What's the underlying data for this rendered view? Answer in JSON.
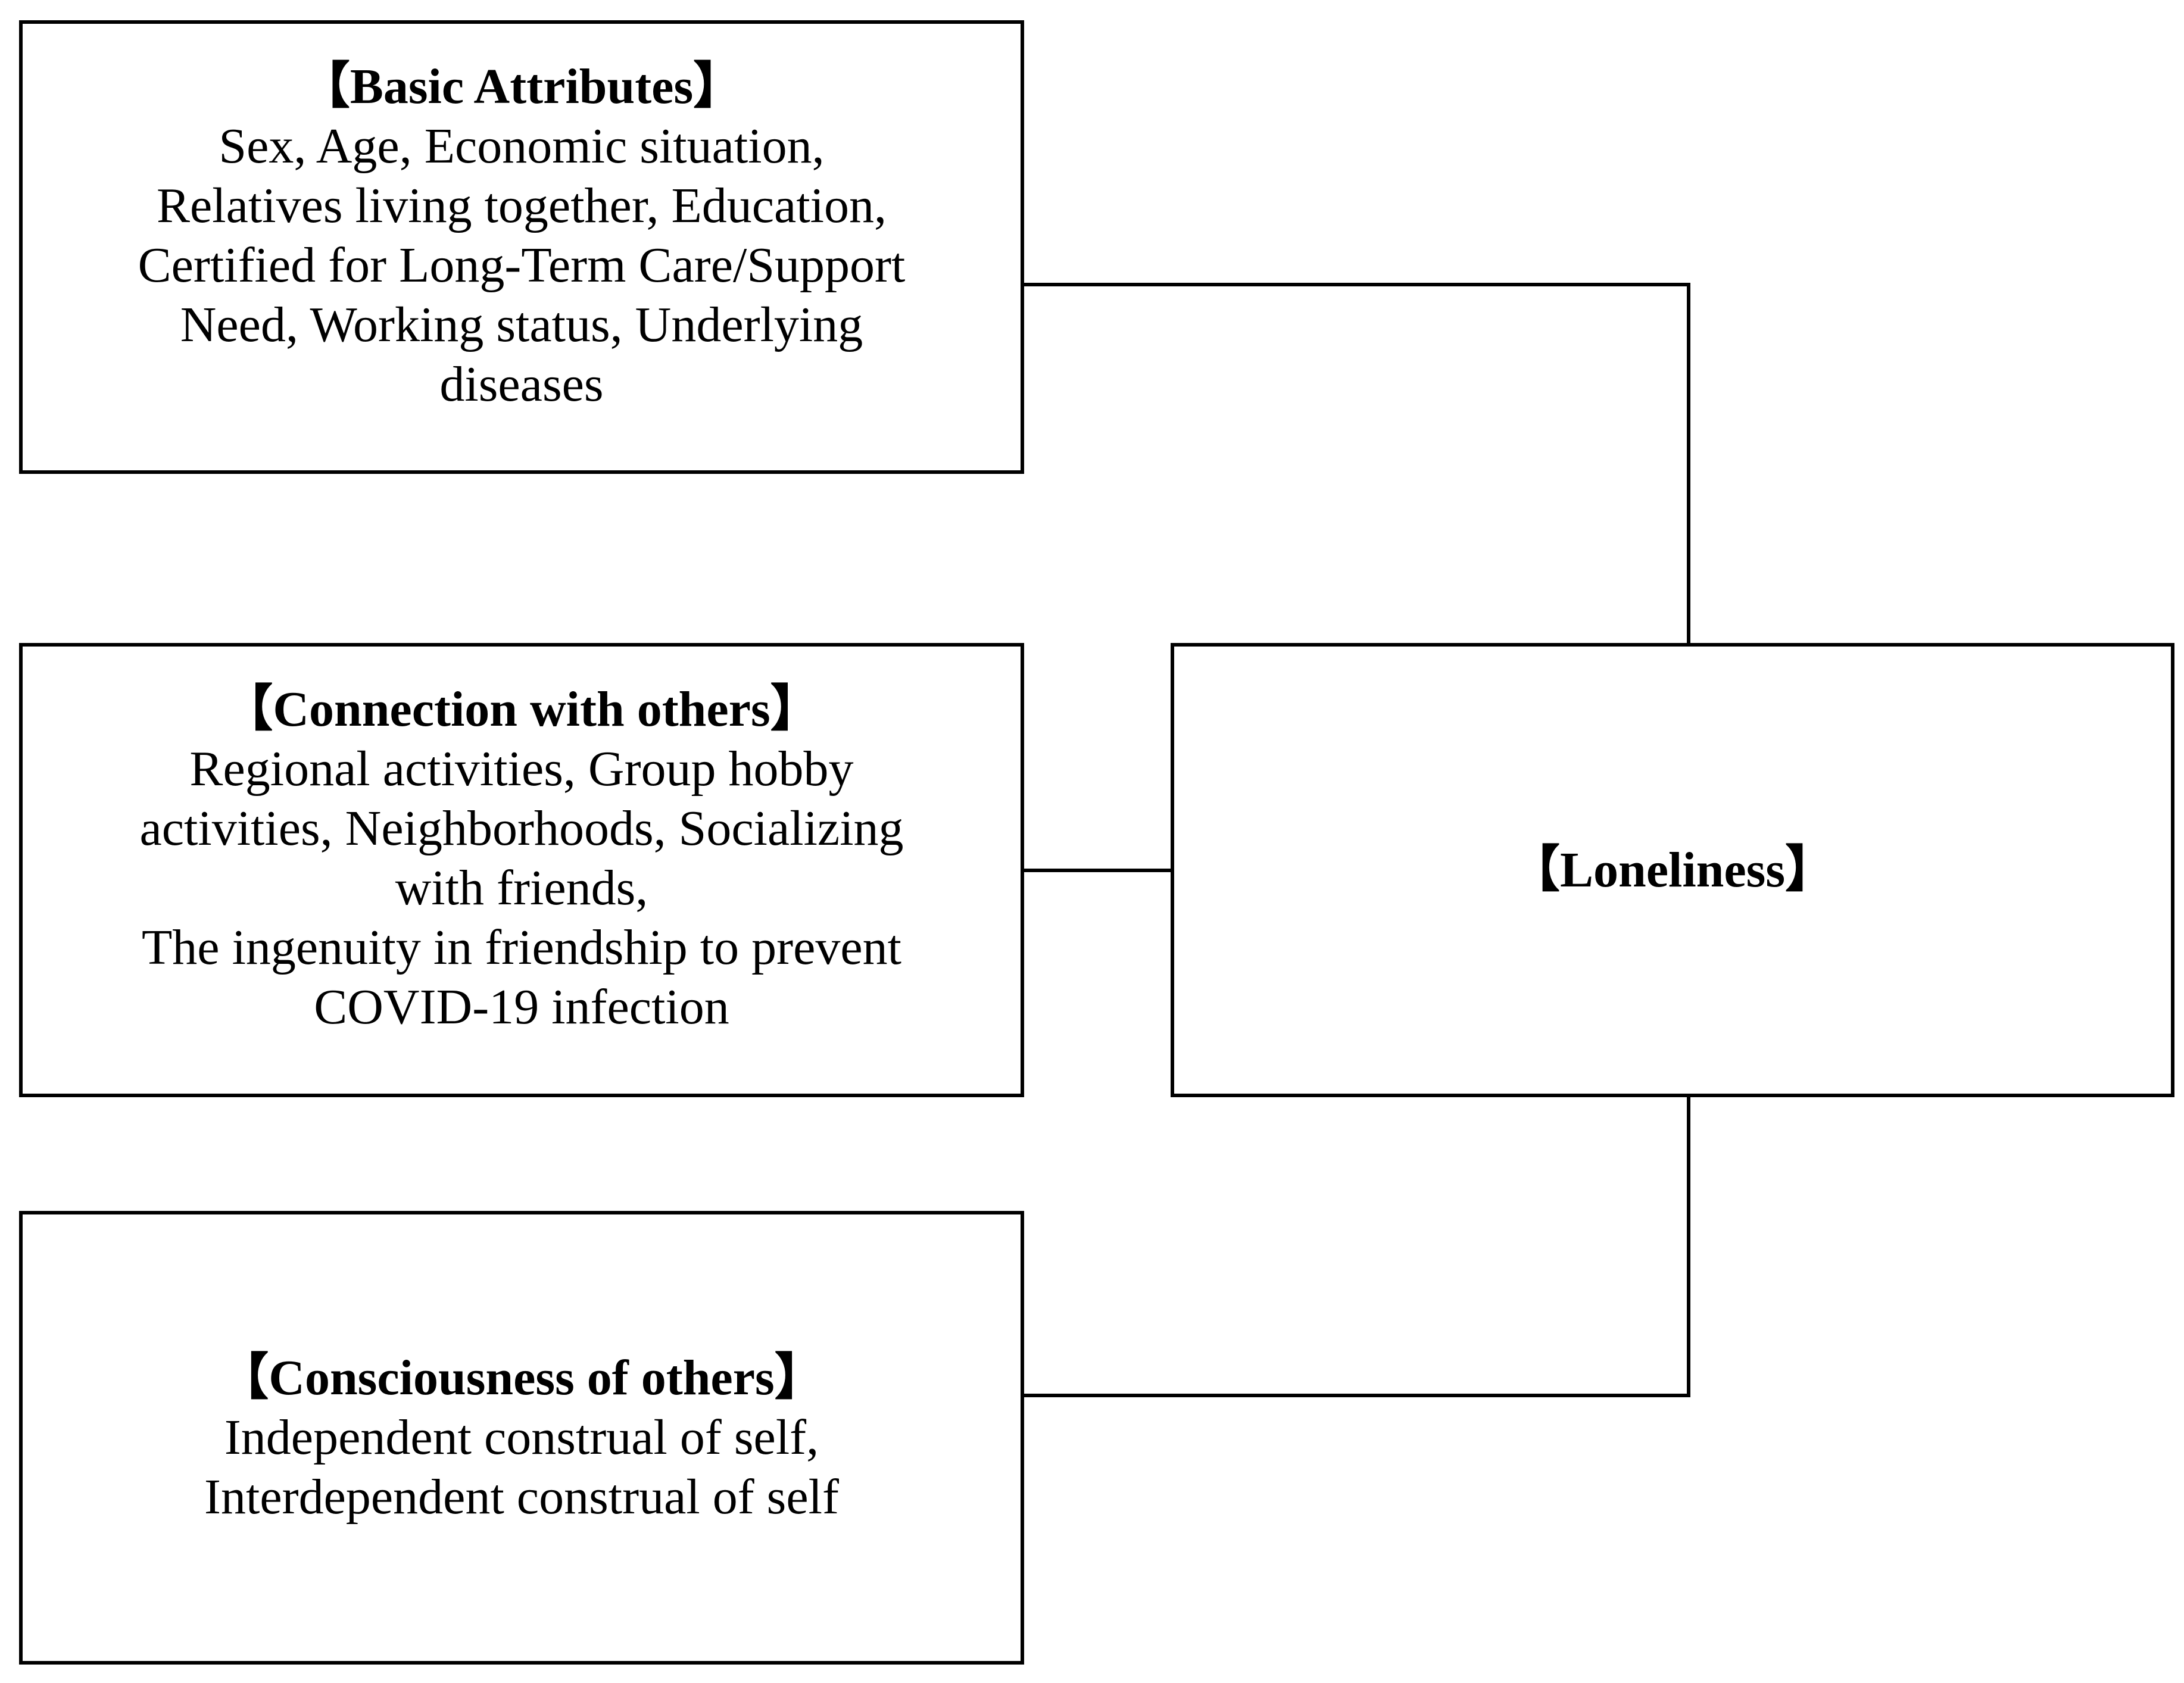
{
  "diagram": {
    "basic_attributes": {
      "title": "【Basic Attributes】",
      "lines": [
        "Sex, Age, Economic situation,",
        "Relatives living together, Education,",
        "Certified for Long-Term Care/Support",
        "Need, Working status, Underlying",
        "diseases"
      ]
    },
    "connection_with_others": {
      "title": "【Connection with others】",
      "lines": [
        "Regional activities, Group hobby",
        "activities, Neighborhoods, Socializing",
        "with friends,",
        "The ingenuity in friendship to prevent",
        "COVID-19 infection"
      ]
    },
    "consciousness_of_others": {
      "title": "【Consciousness of others】",
      "lines": [
        "Independent construal of self,",
        "Interdependent construal of self"
      ]
    },
    "loneliness": {
      "title": "【Loneliness】"
    }
  }
}
